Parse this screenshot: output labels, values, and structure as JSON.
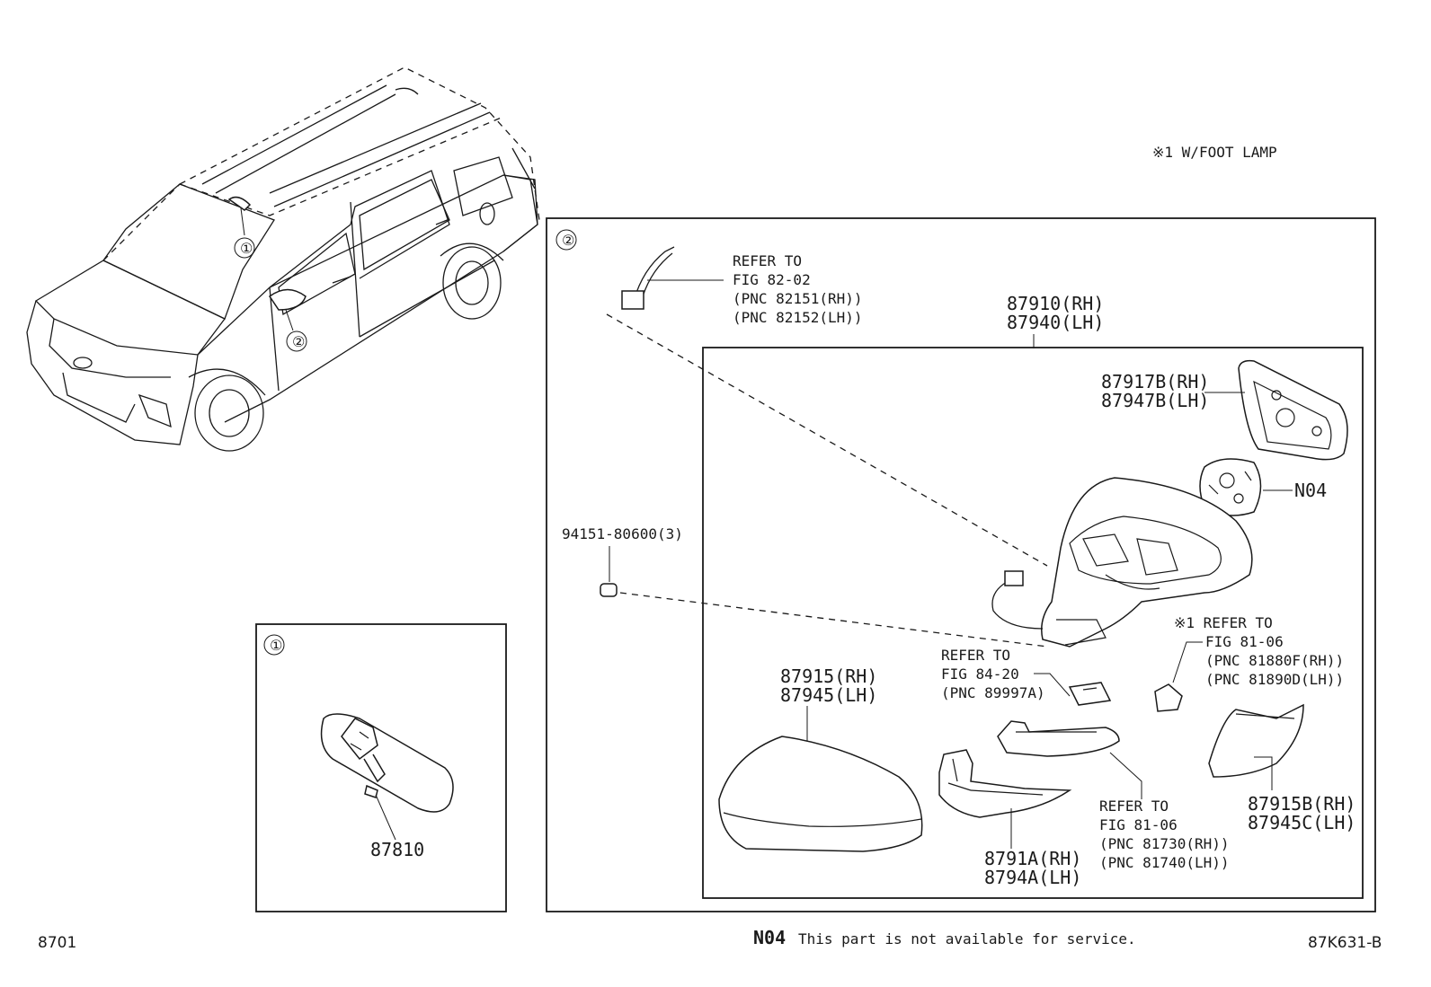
{
  "note_foot_lamp": "※1 W/FOOT LAMP",
  "callout_1": "①",
  "callout_2": "②",
  "box1": {
    "marker": "①",
    "part": "87810"
  },
  "box2": {
    "marker": "②",
    "refer_82_02": [
      "REFER TO",
      "FIG 82-02",
      "(PNC 82151(RH))",
      "(PNC 82152(LH))"
    ],
    "clip_part": "94151-80600(3)",
    "mirror_assy": [
      "87910(RH)",
      "87940(LH)"
    ],
    "holder": [
      "87917B(RH)",
      "87947B(LH)"
    ],
    "motor": "N04",
    "refer_84_20": [
      "REFER TO",
      "FIG 84-20",
      "(PNC 89997A)"
    ],
    "refer_81_06_a": [
      "※1 REFER TO",
      "FIG 81-06",
      "(PNC 81880F(RH))",
      "(PNC 81890D(LH))"
    ],
    "cover": [
      "87915(RH)",
      "87945(LH)"
    ],
    "lower_cover": [
      "87915B(RH)",
      "87945C(LH)"
    ],
    "refer_81_06_b": [
      "REFER TO",
      "FIG 81-06",
      "(PNC 81730(RH))",
      "(PNC 81740(LH))"
    ],
    "base_cover": [
      "8791A(RH)",
      "8794A(LH)"
    ]
  },
  "footer": {
    "left_code": "8701",
    "n04_code": "N04",
    "n04_text": "This part is not available for service.",
    "figure_id": "87K631-B"
  }
}
